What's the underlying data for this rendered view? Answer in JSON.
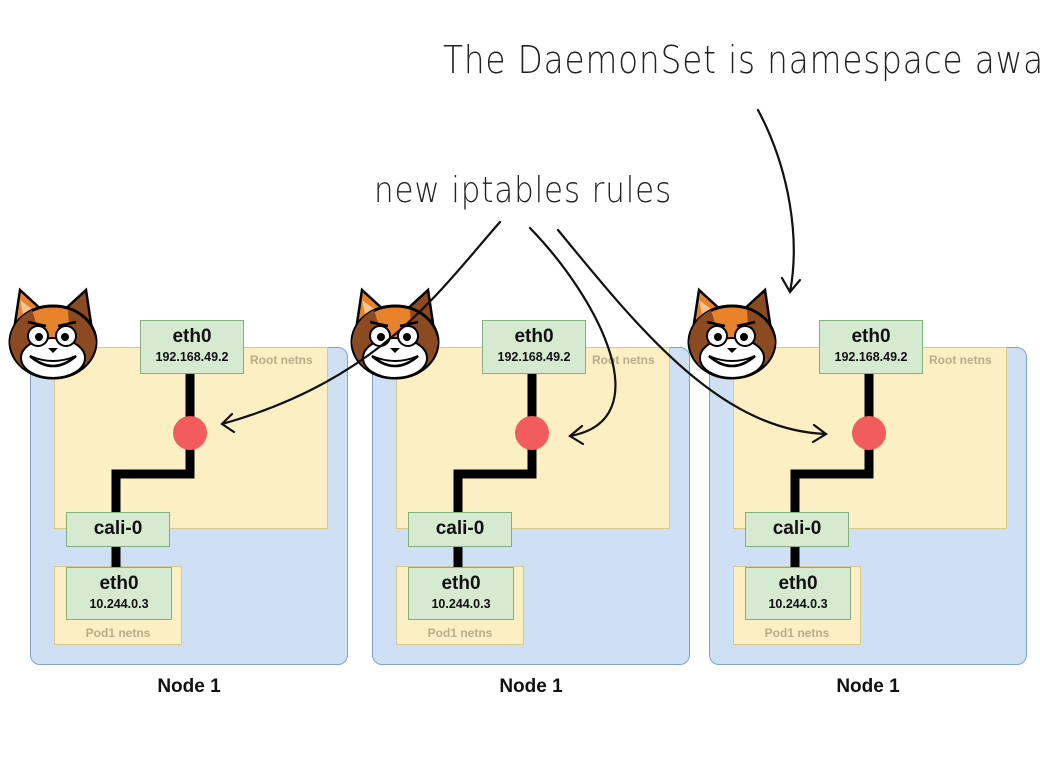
{
  "annotations": {
    "daemonset": "The DaemonSet is namespace aware",
    "iptables": "new iptables rules"
  },
  "nodes": [
    {
      "title": "Node 1",
      "root_netns_label": "Root netns",
      "host_iface": {
        "name": "eth0",
        "ip": "192.168.49.2"
      },
      "veth": {
        "name": "cali-0"
      },
      "pod_iface": {
        "name": "eth0",
        "ip": "10.244.0.3"
      },
      "pod_netns_label": "Pod1 netns"
    },
    {
      "title": "Node 1",
      "root_netns_label": "Root netns",
      "host_iface": {
        "name": "eth0",
        "ip": "192.168.49.2"
      },
      "veth": {
        "name": "cali-0"
      },
      "pod_iface": {
        "name": "eth0",
        "ip": "10.244.0.3"
      },
      "pod_netns_label": "Pod1 netns"
    },
    {
      "title": "Node 1",
      "root_netns_label": "Root netns",
      "host_iface": {
        "name": "eth0",
        "ip": "192.168.49.2"
      },
      "veth": {
        "name": "cali-0"
      },
      "pod_iface": {
        "name": "eth0",
        "ip": "10.244.0.3"
      },
      "pod_netns_label": "Pod1 netns"
    }
  ],
  "colors": {
    "node_fill": "#cfe0f4",
    "netns_fill": "#fcefc4",
    "iface_fill": "#d6ead2",
    "iptables_dot": "#f25c5c",
    "wire": "#000000"
  },
  "icons": {
    "daemonset_agent": "calico-cat-icon",
    "iptables_rule": "red-dot-icon"
  }
}
